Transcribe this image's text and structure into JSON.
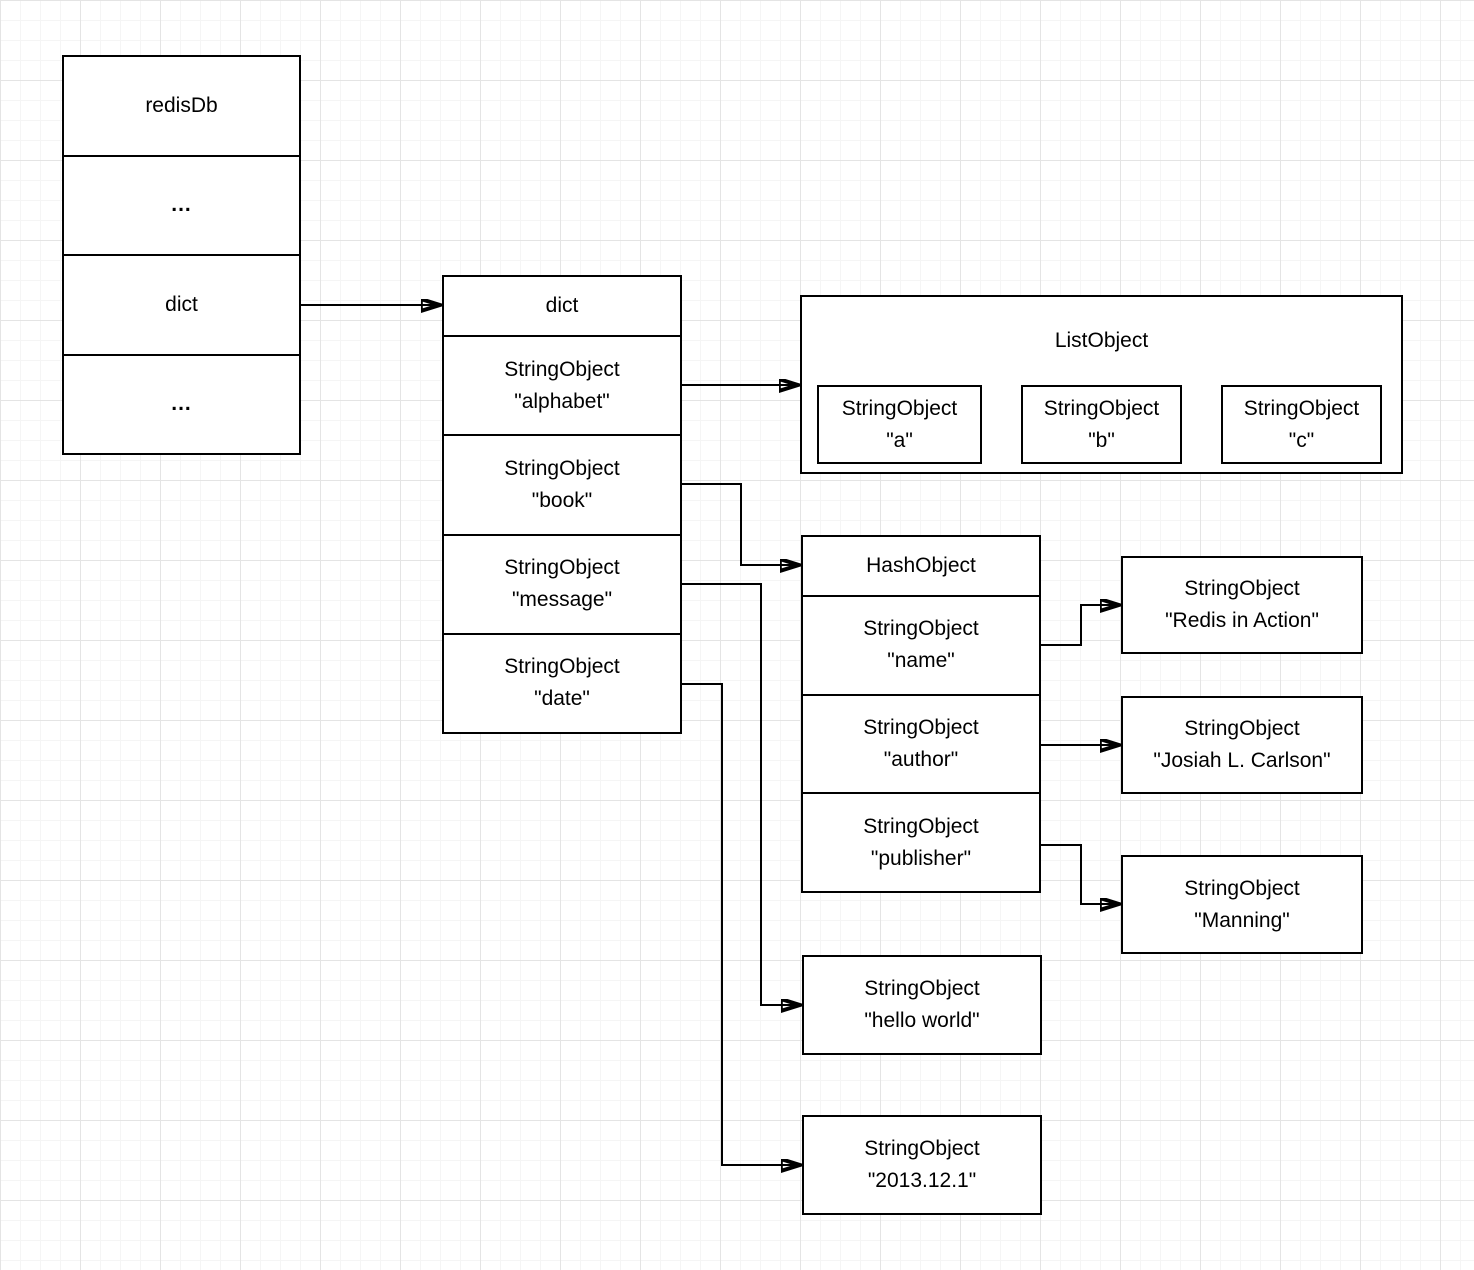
{
  "nodes": {
    "redisDb": {
      "title": "redisDb",
      "cells": [
        "...",
        "dict",
        "..."
      ]
    },
    "dict": {
      "title": "dict",
      "rows": [
        {
          "type": "StringObject",
          "value": "\"alphabet\""
        },
        {
          "type": "StringObject",
          "value": "\"book\""
        },
        {
          "type": "StringObject",
          "value": "\"message\""
        },
        {
          "type": "StringObject",
          "value": "\"date\""
        }
      ]
    },
    "listObject": {
      "title": "ListObject",
      "items": [
        {
          "type": "StringObject",
          "value": "\"a\""
        },
        {
          "type": "StringObject",
          "value": "\"b\""
        },
        {
          "type": "StringObject",
          "value": "\"c\""
        }
      ]
    },
    "hashObject": {
      "title": "HashObject",
      "rows": [
        {
          "type": "StringObject",
          "value": "\"name\""
        },
        {
          "type": "StringObject",
          "value": "\"author\""
        },
        {
          "type": "StringObject",
          "value": "\"publisher\""
        }
      ]
    },
    "values": {
      "redisInAction": {
        "type": "StringObject",
        "value": "\"Redis in Action\""
      },
      "josiahCarlson": {
        "type": "StringObject",
        "value": "\"Josiah L. Carlson\""
      },
      "manning": {
        "type": "StringObject",
        "value": "\"Manning\""
      },
      "helloWorld": {
        "type": "StringObject",
        "value": "\"hello world\""
      },
      "releaseDate": {
        "type": "StringObject",
        "value": "\"2013.12.1\""
      }
    }
  },
  "colors": {
    "border": "#000000",
    "node_fill": "#ffffff",
    "text": "#000000",
    "grid_minor": "#f5f5f5",
    "grid_major": "#e4e4e4"
  }
}
